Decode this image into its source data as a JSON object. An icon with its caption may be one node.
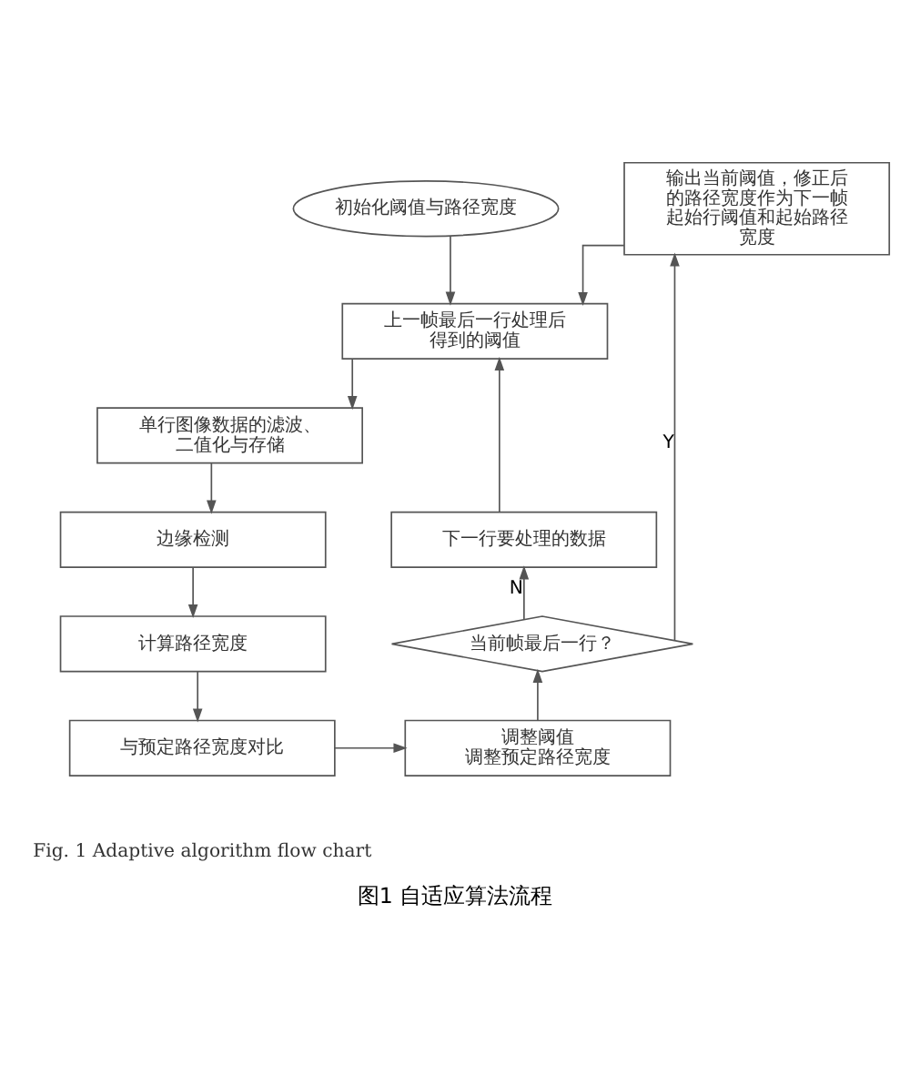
{
  "diagram": {
    "caption": "图1 自适应算法流程",
    "nodes": [
      {
        "text": [
          "初始化阈值与路径宽度"
        ]
      },
      {
        "text": [
          "上一帧最后一行处理后得到的阈值"
        ]
      },
      {
        "text": [
          "单行图像数据的滤波、二值化与存储"
        ]
      },
      {
        "text": [
          "边缘检测"
        ]
      },
      {
        "text": [
          "计算路径宽度"
        ]
      },
      {
        "text": [
          "与预定路径宽度对比"
        ]
      },
      {
        "text": [
          "调整阈值",
          "调整预定路径宽度"
        ]
      },
      {
        "text": [
          "当前帧最后一行？"
        ]
      },
      {
        "text": [
          "下一行要处理的数据"
        ]
      },
      {
        "text": [
          "输出当前阈值，修正后的路径宽度作为下一帧起始行阈值和起始路径宽度"
        ]
      }
    ],
    "edges": [
      {
        "from": 0,
        "to": 1,
        "arrow": "to"
      },
      {
        "from": 1,
        "to": 2,
        "arrow": "to"
      },
      {
        "from": 2,
        "to": 3,
        "arrow": "to"
      },
      {
        "from": 3,
        "to": 4,
        "arrow": "to"
      },
      {
        "from": 4,
        "to": 5,
        "arrow": "to"
      },
      {
        "from": 5,
        "to": 6,
        "arrow": "to"
      },
      {
        "from": 6,
        "to": 7,
        "arrow": "to"
      },
      {
        "from": 7,
        "to": 8,
        "label": "N",
        "arrow": "to"
      },
      {
        "from": 7,
        "to": 9,
        "label": "Y",
        "arrow": "to"
      },
      {
        "from": 9,
        "to": 1,
        "arrow": "to"
      },
      {
        "from": 8,
        "to": 1,
        "arrow": "to"
      }
    ],
    "labels": [
      "Fig. 1 Adaptive algorithm flow chart"
    ]
  }
}
